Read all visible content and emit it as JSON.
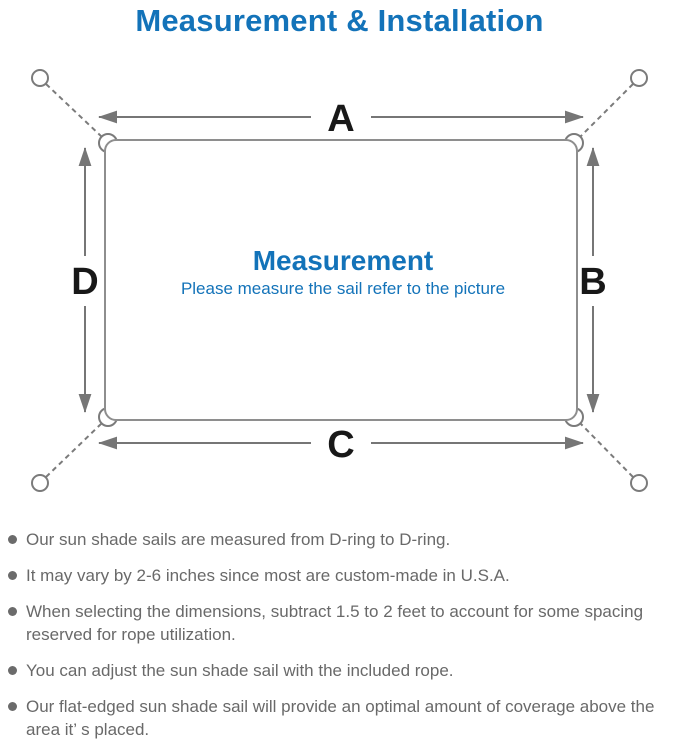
{
  "page": {
    "title": "Measurement & Installation"
  },
  "diagram": {
    "labels": {
      "top": "A",
      "right": "B",
      "bottom": "C",
      "left": "D"
    },
    "center_title": "Measurement",
    "center_subtitle": "Please measure the sail refer to the picture",
    "colors": {
      "accent_blue": "#1373b9",
      "line_gray": "#7b7b7b",
      "label_black": "#181818",
      "note_gray": "#696969"
    }
  },
  "notes": {
    "items": [
      "Our sun shade sails are measured from D-ring to D-ring.",
      "It may vary by 2-6 inches since most are custom-made in U.S.A.",
      "When selecting the dimensions, subtract 1.5 to 2 feet to account for some spacing reserved for rope utilization.",
      "You can adjust the sun shade sail with the included rope.",
      "Our flat-edged sun shade sail will provide an optimal amount of coverage above the area it’ s placed."
    ]
  }
}
